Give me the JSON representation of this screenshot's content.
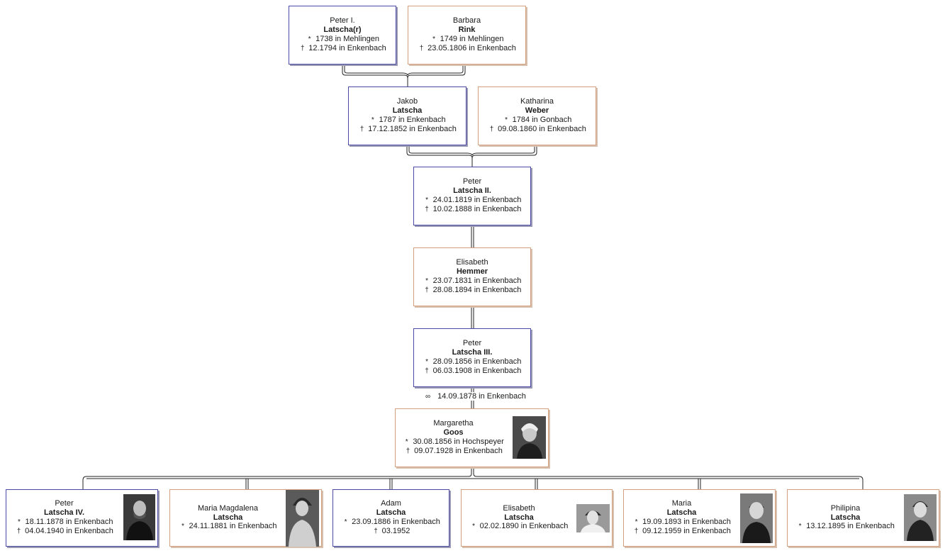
{
  "persons": {
    "peter1": {
      "given": "Peter I.",
      "surname": "Latscha(r)",
      "birth": "1738 in Mehlingen",
      "death": "12.1794 in Enkenbach"
    },
    "barbara": {
      "given": "Barbara",
      "surname": "Rink",
      "birth": "1749 in Mehlingen",
      "death": "23.05.1806 in Enkenbach"
    },
    "jakob": {
      "given": "Jakob",
      "surname": "Latscha",
      "birth": "1787 in Enkenbach",
      "death": "17.12.1852 in Enkenbach"
    },
    "katharina": {
      "given": "Katharina",
      "surname": "Weber",
      "birth": "1784 in Gonbach",
      "death": "09.08.1860 in Enkenbach"
    },
    "peter2": {
      "given": "Peter",
      "surname": "Latscha II.",
      "birth": "24.01.1819 in Enkenbach",
      "death": "10.02.1888 in Enkenbach"
    },
    "elisabeth_h": {
      "given": "Elisabeth",
      "surname": "Hemmer",
      "birth": "23.07.1831 in Enkenbach",
      "death": "28.08.1894 in Enkenbach"
    },
    "peter3": {
      "given": "Peter",
      "surname": "Latscha III.",
      "birth": "28.09.1856 in Enkenbach",
      "death": "06.03.1908 in Enkenbach"
    },
    "margaretha": {
      "given": "Margaretha",
      "surname": "Goos",
      "birth": "30.08.1856 in Hochspeyer",
      "death": "09.07.1928 in Enkenbach"
    },
    "peter4": {
      "given": "Peter",
      "surname": "Latscha IV.",
      "birth": "18.11.1878 in Enkenbach",
      "death": "04.04.1940 in Enkenbach"
    },
    "maria_magdalena": {
      "given": "Maria Magdalena",
      "surname": "Latscha",
      "birth": "24.11.1881 in Enkenbach",
      "death": ""
    },
    "adam": {
      "given": "Adam",
      "surname": "Latscha",
      "birth": "23.09.1886 in Enkenbach",
      "death": "03.1952"
    },
    "elisabeth_l": {
      "given": "Elisabeth",
      "surname": "Latscha",
      "birth": "02.02.1890 in Enkenbach",
      "death": ""
    },
    "maria": {
      "given": "Maria",
      "surname": "Latscha",
      "birth": "19.09.1893 in Enkenbach",
      "death": "09.12.1959 in Enkenbach"
    },
    "philipina": {
      "given": "Philipina",
      "surname": "Latscha",
      "birth": "13.12.1895 in Enkenbach",
      "death": ""
    }
  },
  "marriage": {
    "date": "14.09.1878 in Enkenbach"
  },
  "symbols": {
    "birth": "*",
    "death": "†",
    "marriage": "∞"
  }
}
